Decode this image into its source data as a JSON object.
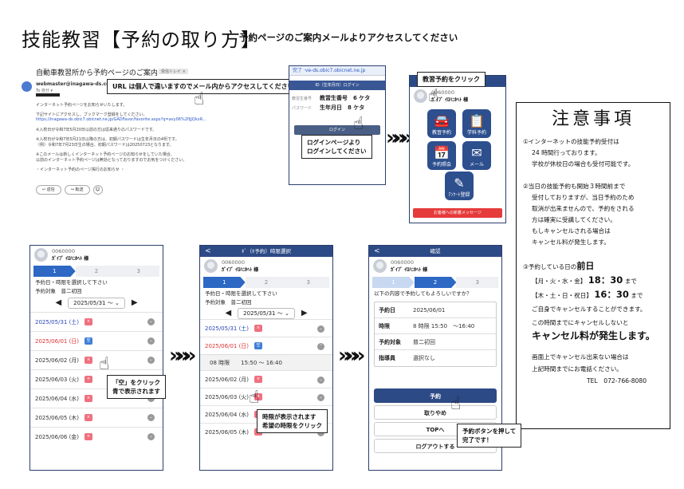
{
  "header": {
    "title": "技能教習【予約の取り方】",
    "subtitle": "予約ページのご案内メールよりアクセスしてください"
  },
  "email": {
    "subject": "自動車教習所から予約ページのご案内",
    "subject_tag": "受信トレイ ×",
    "sender": "webmaster@inagawa-ds.co.jp",
    "to": "To 自分 ▾",
    "lines": [
      "インターネット予約ページをお知らせいたします。",
      "下記サイトにアクセスし、ブックマーク登録をしてください。",
      "https://inagawa-ds.obic7.obicnet.ne.jp/GADFavor/favorite.aspx?q=avy06%2fljJQkxR...",
      "※入校日が令和7年5月20日以前の方は従来通りのパスワードです。",
      "※入校日が令和7年5月21日以降の方は、初期パスワードは生年月日の4桁です。",
      "（例）令和7年7月23日生の場合、初期パスワードは20250723となります。",
      "※このメールは新しくインターネット予約ページのお知らせをしていた場合、",
      "以前のインターネット予約ページは無効となっておりますのでお気をつけください。",
      "・インターネット予約のページ掲行のお知らせ ・"
    ],
    "reply_label": "↩ 返信",
    "forward_label": "↪ 転送"
  },
  "callouts": {
    "url_note": "URL は個人で違いますのでメール内からアクセスしてください",
    "login_note_1": "ログインページより",
    "login_note_2": "ログインしてください",
    "menu_note": "教習予約をクリック",
    "vacant_note_1": "「空」をクリック",
    "vacant_note_2": "青で表示されます",
    "slot_note_1": "時限が表示されます",
    "slot_note_2": "希望の時限をクリック",
    "book_note_1": "予約ボタンを押して",
    "book_note_2": "完了です！"
  },
  "login_phone": {
    "url": "完了 ·ve-ds.obic7.obicnet.ne.jp",
    "bar": "ID（生年月日）ログイン",
    "label_id": "教習生番号",
    "id_value": "教習生番号　6 ケタ",
    "label_pw": "パスワード",
    "pw_value": "生年月日　8 ケタ",
    "login_button": "ログイン"
  },
  "menu_phone": {
    "bar": "ID（生年）ログイン",
    "user_id": "0060000",
    "user_name": "ｶﾞｲﾌﾞ ｲﾛﾊﾆﾎﾍﾄ 様",
    "tiles": [
      "教習予約",
      "学科予約",
      "予約照会",
      "メール",
      "ｱﾝｹｰﾄ登録"
    ],
    "red_bar": "お客様への新着メッセージ"
  },
  "cal_phone": {
    "user_id": "0060000",
    "user_name": "ｶﾞｲﾌﾞ ｲﾛﾊﾆﾎﾍﾄ 様",
    "steps": [
      "1",
      "2",
      "3"
    ],
    "instruction": "予約日・時限を選択して下さい",
    "target": "予約対象　普二初回",
    "week": "2025/05/31 ～",
    "dates": [
      {
        "date": "2025/05/31 (土)",
        "status": "×"
      },
      {
        "date": "2025/06/01 (日)",
        "status": "空"
      },
      {
        "date": "2025/06/02 (月)",
        "status": "×"
      },
      {
        "date": "2025/06/03 (火)",
        "status": "×"
      },
      {
        "date": "2025/06/04 (水)",
        "status": "×"
      },
      {
        "date": "2025/06/05 (木)",
        "status": "×"
      },
      {
        "date": "2025/06/06 (金)",
        "status": "×"
      }
    ]
  },
  "slot_phone": {
    "bar": "ｷﾞ（ｷ予約）時限選択",
    "back": "<",
    "user_id": "0060000",
    "user_name": "ｶﾞｲﾌﾞ ｲﾛﾊﾆﾎﾍﾄ 様",
    "steps": [
      "1",
      "2",
      "3"
    ],
    "instruction": "予約日・時限を選択して下さい",
    "target": "予約対象　普二初回",
    "week": "2025/05/31 ～",
    "dates": [
      {
        "date": "2025/05/31 (土)",
        "status": "×"
      },
      {
        "date": "2025/06/01 (日)",
        "status": "空"
      },
      {
        "date": "2025/06/02 (月)",
        "status": "×"
      },
      {
        "date": "2025/06/03 (火)",
        "status": "×"
      },
      {
        "date": "2025/06/04 (水)",
        "status": "×"
      },
      {
        "date": "2025/06/05 (木)",
        "status": "×"
      }
    ],
    "slot": "08 時限　　15:50 ～ 16:40"
  },
  "confirm_phone": {
    "bar": "確認",
    "back": "<",
    "user_id": "0060000",
    "user_name": "ｶﾞｲﾌﾞ ｲﾛﾊﾆﾎﾍﾄ 様",
    "steps": [
      "1",
      "2",
      "3"
    ],
    "question": "以下の内容で予約してもよろしいですか？",
    "rows": [
      {
        "k": "予約日",
        "v": "2025/06/01"
      },
      {
        "k": "時限",
        "v": "8 時限 15:50　～16:40"
      },
      {
        "k": "予約対象",
        "v": "普二初回"
      },
      {
        "k": "指導員",
        "v": "選択なし"
      }
    ],
    "buttons": [
      "予約",
      "取りやめ",
      "TOPへ",
      "ログアウトする"
    ]
  },
  "arrows": "»»»",
  "notice": {
    "title": "注意事項",
    "p1": [
      "①インターネットの技能予約受付は",
      "24 時間行っております。",
      "学校が休校日の場合も受付可能です。"
    ],
    "p2": [
      "②当日の技能予約も開始３時間前まで",
      "受付しておりますが、当日予約のため",
      "取消が出来ませんので、予約をされる",
      "方は確実に受講してください。",
      "もしキャンセルされる場合は",
      "キャンセル料が発生します。"
    ],
    "p3_lead": "③予約している日の",
    "p3_lead_big": "前日",
    "p3_line1_a": "【月・火・水・金】",
    "p3_line1_b": "18：30",
    "p3_line1_c": "まで",
    "p3_line2_a": "【木・土・日・祝日】",
    "p3_line2_b": "16：30",
    "p3_line2_c": "まで",
    "p3_rest": [
      "ご自身でキャンセルすることができます。",
      "この時間までにキャンセルしないと"
    ],
    "p3_big": "キャンセル料が発生します。",
    "p4": [
      "画面上でキャンセル出来ない場合は",
      "上記時間までにお電話ください。"
    ],
    "tel": "TEL　072-766-8080",
    "colors": {
      "border": "#111111"
    }
  },
  "colors": {
    "phone_header": "#2c4a86",
    "accent_blue": "#2c68c4",
    "red_badge": "#f0707f",
    "red_bar": "#e63b3b"
  }
}
